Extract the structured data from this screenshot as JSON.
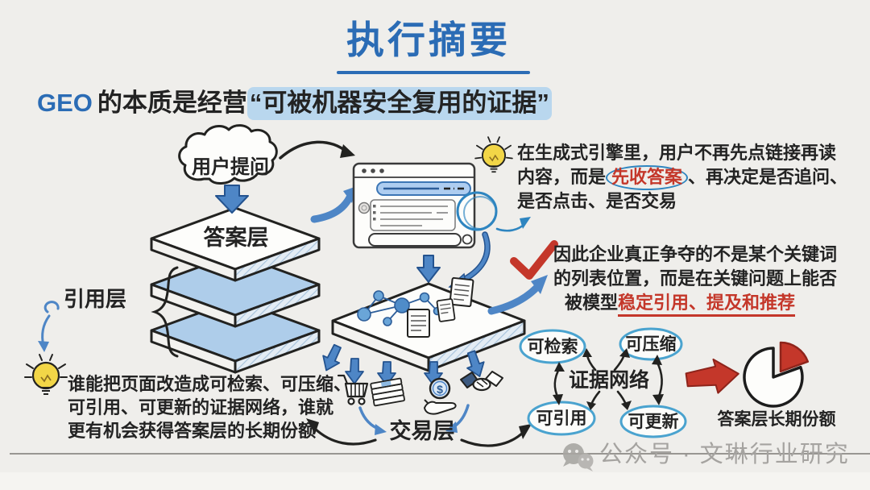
{
  "title": {
    "text": "执行摘要"
  },
  "subtitle": {
    "geo": "GEO",
    "rest": "的本质是经营",
    "quote": "“可被机器安全复用的证据”"
  },
  "flow": {
    "cloud": "用户提问",
    "answer_layer": "答案层",
    "citation_layer": "引用层",
    "transaction_layer": "交易层"
  },
  "insight_engine": {
    "line1": "在生成式引擎里，用户不再先点链接再读",
    "line2_pre": "内容，而是",
    "line2_em": "先收答案",
    "line2_post": "、再决定是否追问、",
    "line3": "是否点击、是否交易"
  },
  "insight_compete": {
    "line1": "因此企业真正争夺的不是某个关键词",
    "line2": "的列表位置，而是在关键问题上能否",
    "line3_pre": "被模型",
    "line3_em": "稳定引用、提及和推荐"
  },
  "insight_rebuild": {
    "line1": "谁能把页面改造成可检索、可压缩、",
    "line2": "可引用、可更新的证据网络，谁就",
    "line3": "更有机会获得答案层的长期份额"
  },
  "evidence_network": {
    "center": "证据网络",
    "searchable": "可检索",
    "compressible": "可压缩",
    "citable": "可引用",
    "updatable": "可更新"
  },
  "pie": {
    "label": "答案层长期份额",
    "red_slice_percent": 25
  },
  "coin": {
    "symbol": "$"
  },
  "watermark": {
    "text": "公众号 · 文琳行业研究"
  },
  "colors": {
    "title_blue": "#2b6cb5",
    "arrow_blue": "#4e86c6",
    "deep_blue": "#24538f",
    "red": "#c4372a",
    "highlight_blue": "#b9d7ee",
    "bubble_blue": "#4aa3cf",
    "circle_blue": "#2e85c0",
    "bulb_yellow": "#f2d647",
    "layer_blue": "#aecdea"
  }
}
